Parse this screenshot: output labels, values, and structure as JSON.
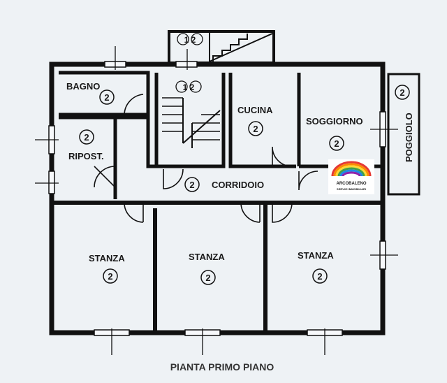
{
  "caption": "PIANTA PRIMO PIANO",
  "rooms": {
    "bagno": {
      "label": "BAGNO",
      "number": "2"
    },
    "ripost": {
      "label": "RIPOST.",
      "number": "2"
    },
    "stairs": {
      "label": "",
      "number": "1 2"
    },
    "cucina": {
      "label": "CUCINA",
      "number": "2"
    },
    "soggiorno": {
      "label": "SOGGIORNO",
      "number": "2"
    },
    "poggiolo": {
      "label": "POGGIOLO",
      "number": "2"
    },
    "corridoio": {
      "label": "CORRIDOIO",
      "number": "2"
    },
    "stanza1": {
      "label": "STANZA",
      "number": "2"
    },
    "stanza2": {
      "label": "STANZA",
      "number": "2"
    },
    "stanza3": {
      "label": "STANZA",
      "number": "2"
    },
    "top_stair": {
      "label": "",
      "number": "1 2"
    }
  },
  "logo": {
    "text": "ARCOBALENO",
    "subtext": "SERVIZI IMMOBILIARI"
  }
}
